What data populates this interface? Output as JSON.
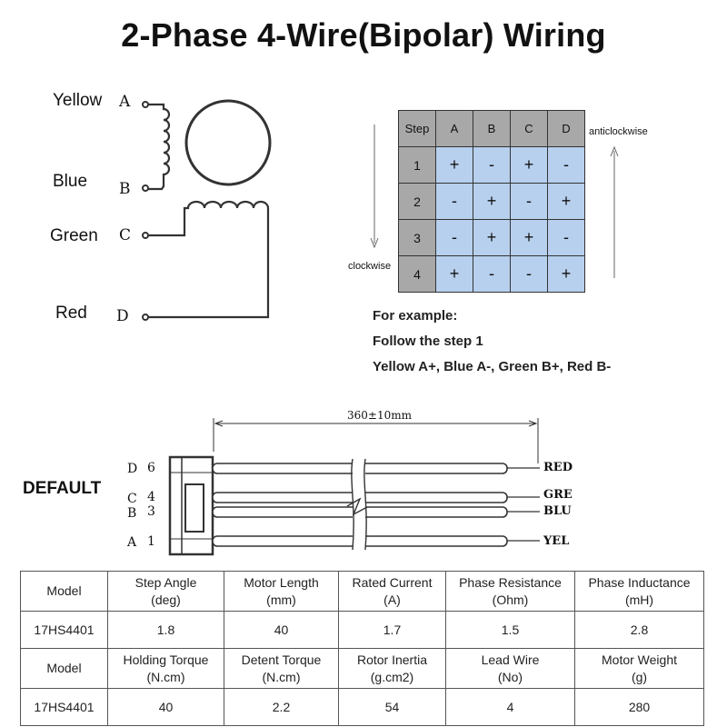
{
  "title": "2-Phase 4-Wire(Bipolar) Wiring",
  "wires": [
    {
      "color": "Yellow",
      "terminal": "A"
    },
    {
      "color": "Blue",
      "terminal": "B"
    },
    {
      "color": "Green",
      "terminal": "C"
    },
    {
      "color": "Red",
      "terminal": "D"
    }
  ],
  "step_table": {
    "headers": [
      "Step",
      "A",
      "B",
      "C",
      "D"
    ],
    "rows": [
      [
        "1",
        "+",
        "-",
        "+",
        "-"
      ],
      [
        "2",
        "-",
        "+",
        "-",
        "+"
      ],
      [
        "3",
        "-",
        "+",
        "+",
        "-"
      ],
      [
        "4",
        "+",
        "-",
        "-",
        "+"
      ]
    ],
    "anticlockwise_label": "anticlockwise",
    "clockwise_label": "clockwise"
  },
  "example": {
    "line1": "For example:",
    "line2": "Follow the step 1",
    "line3": "Yellow A+, Blue A-, Green B+, Red B-"
  },
  "connector": {
    "default_label": "DEFAULT",
    "dimension": "360±10mm",
    "pins": [
      {
        "letter": "D",
        "number": "6",
        "wire": "RED"
      },
      {
        "letter": "C",
        "number": "4",
        "wire": "GRE"
      },
      {
        "letter": "B",
        "number": "3",
        "wire": "BLU"
      },
      {
        "letter": "A",
        "number": "1",
        "wire": "YEL"
      }
    ]
  },
  "spec_table": {
    "rows": [
      [
        "Model",
        "Step Angle\n(deg)",
        "Motor Length\n(mm)",
        "Rated Current\n(A)",
        "Phase Resistance\n(Ohm)",
        "Phase Inductance\n(mH)"
      ],
      [
        "17HS4401",
        "1.8",
        "40",
        "1.7",
        "1.5",
        "2.8"
      ],
      [
        "Model",
        "Holding Torque\n(N.cm)",
        "Detent Torque\n(N.cm)",
        "Rotor Inertia\n(g.cm2)",
        "Lead Wire\n(No)",
        "Motor Weight\n(g)"
      ],
      [
        "17HS4401",
        "40",
        "2.2",
        "54",
        "4",
        "280"
      ]
    ]
  }
}
